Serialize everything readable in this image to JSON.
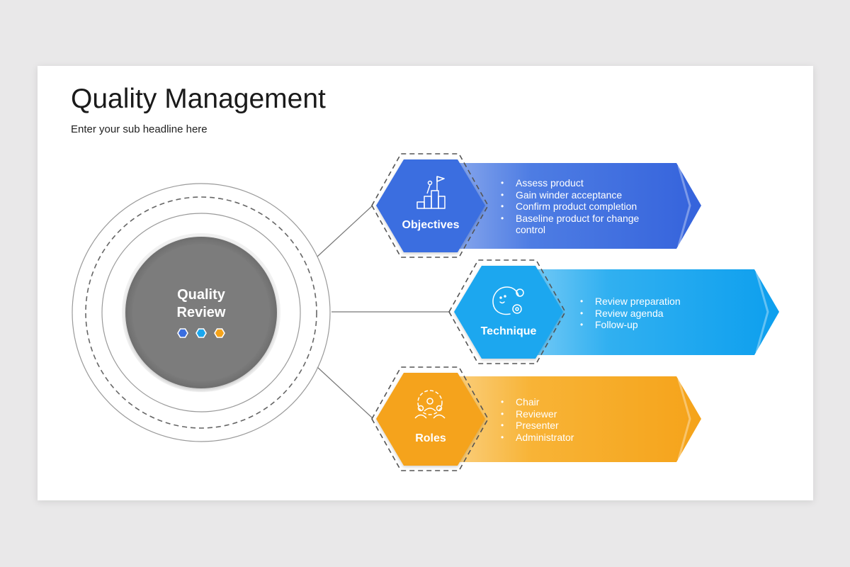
{
  "slide": {
    "title": "Quality Management",
    "subtitle": "Enter your sub headline here"
  },
  "center": {
    "title_line1": "Quality",
    "title_line2": "Review",
    "dot_colors": [
      "#3a6ee0",
      "#1aa7ef",
      "#f5a31a"
    ]
  },
  "items": [
    {
      "label": "Objectives",
      "icon": "mountain-flag-icon",
      "color": "#3a6ee0",
      "bullets": [
        "Assess product",
        "Gain winder acceptance",
        "Confirm product completion",
        "Baseline product for change control"
      ]
    },
    {
      "label": "Technique",
      "icon": "head-gears-icon",
      "color": "#1aa7ef",
      "bullets": [
        "Review preparation",
        "Review agenda",
        "Follow-up"
      ]
    },
    {
      "label": "Roles",
      "icon": "team-gear-icon",
      "color": "#f5a31a",
      "bullets": [
        "Chair",
        "Reviewer",
        "Presenter",
        "Administrator"
      ]
    }
  ]
}
